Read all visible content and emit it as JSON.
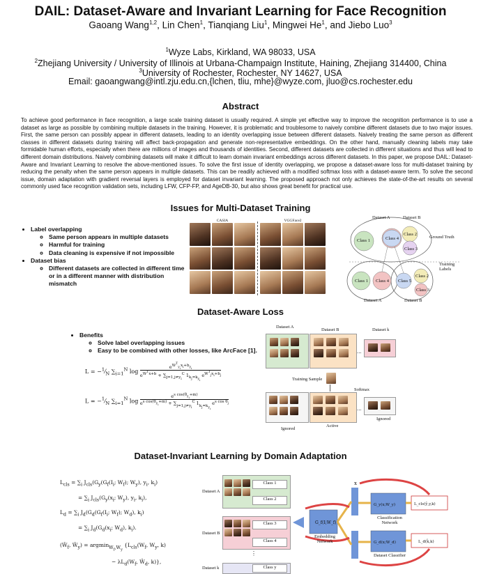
{
  "header": {
    "title": "DAIL: Dataset-Aware and Invariant Learning for Face Recognition",
    "authors": "Gaoang Wang1,2, Lin Chen1, Tianqiang Liu1, Mingwei He1, and Jiebo Luo3",
    "aff1": "1Wyze Labs, Kirkland, WA 98033, USA",
    "aff2": "2Zhejiang University / University of Illinois at Urbana-Champaign Institute, Haining, Zhejiang 314400, China",
    "aff3": "3University of Rochester, Rochester, NY 14627, USA",
    "email": "Email: gaoangwang@intl.zju.edu.cn,{lchen, tliu, mhe}@wyze.com, jluo@cs.rochester.edu"
  },
  "abstract": {
    "heading": "Abstract",
    "text": "To achieve good performance in face recognition, a large scale training dataset is usually required. A simple yet effective way to improve the recognition performance is to use a dataset as large as possible by combining multiple datasets in the training. However, it is problematic and troublesome to naively combine different datasets due to two major issues. First, the same person can possibly appear in different datasets, leading to an identity overlapping issue between different datasets. Naively treating the same person as different classes in different datasets during training will affect back-propagation and generate non-representative embeddings. On the other hand, manually cleaning labels may take formidable human efforts, especially when there are millions of images and thousands of identities. Second, different datasets are collected in different situations and thus will lead to different domain distributions. Naively combining datasets will make it difficult to learn domain invariant embeddings across different datasets. In this paper, we propose DAIL: Dataset-Aware and Invariant Learning to resolve the above-mentioned issues. To solve the first issue of identity overlapping, we propose a dataset-aware loss for multi-dataset training by reducing the penalty when the same person appears in multiple datasets. This can be readily achieved with a modified softmax loss with a dataset-aware term. To solve the second issue, domain adaptation with gradient reversal layers is employed for dataset invariant learning. The proposed approach not only achieves the state-of-the-art results on several commonly used face recognition validation sets, including LFW, CFP-FP, and AgeDB-30, but also shows great benefit for practical use."
  },
  "issues": {
    "heading": "Issues for Multi-Dataset Training",
    "b1": "Label overlapping",
    "b1a": "Same person appears in multiple datasets",
    "b1b": "Harmful for training",
    "b1c": "Data cleaning is expensive if not impossible",
    "b2": "Dataset bias",
    "b2a": "Different datasets are collected in different time or in a different manner with distribution mismatch",
    "casia": "CASIA",
    "vgg": "VGGFace2",
    "fig": {
      "dsA": "Dataset A",
      "dsB": "Dataset B",
      "gt": "Ground Truth",
      "tl": "Training Labels",
      "c1": "Class 1",
      "c2": "Class 2",
      "c3": "Class 3",
      "c4": "Class 4",
      "c5": "Class 5"
    }
  },
  "aware": {
    "heading": "Dataset-Aware Loss",
    "b1": "Benefits",
    "b1a": "Solve label overlapping issues",
    "b1b": "Easy to be combined with other losses, like ArcFace [1].",
    "fig": {
      "dsA": "Dataset A",
      "dsB": "Dataset B",
      "dsK": "Dataset k",
      "sample": "Training Sample",
      "softmax": "Softmax",
      "ignored1": "Ignored",
      "active": "Active",
      "ignored2": "Ignored"
    }
  },
  "invariant": {
    "heading": "Dataset-Invariant Learning by Domain Adaptation",
    "fig": {
      "dsA": "Dataset A",
      "dsB": "Dataset B",
      "dsK": "Dataset k",
      "c1": "Class 1",
      "c2": "Class 2",
      "c3": "Class 3",
      "c4": "Class 4",
      "cy": "Class y",
      "emb": "Embedding Network",
      "cls": "Classification Network",
      "dcl": "Dataset Classifier"
    }
  }
}
